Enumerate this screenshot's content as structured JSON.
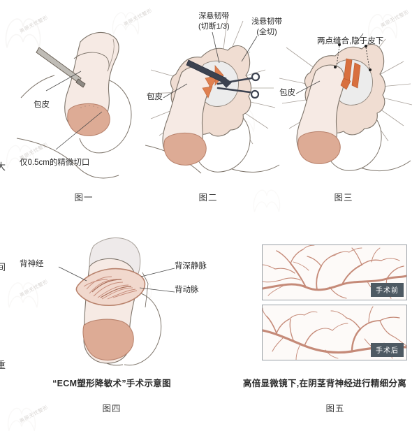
{
  "document": {
    "title": "ECM塑形降敏术手术示意图",
    "colors": {
      "shaft_fill": "#f6eae4",
      "glans_fill": "#ddab95",
      "foreskin_fill": "#f0ddd2",
      "ligament_orange": "#e08050",
      "instrument_dark": "#3c4250",
      "outline": "#6b6258",
      "nerve_fiber": "#c58a78",
      "badge_bg": "#4e5a63",
      "caption_text": "#2b2b2b"
    }
  },
  "panels": [
    {
      "id": "fig1",
      "caption": "图一",
      "labels": [
        {
          "name": "foreskin",
          "text": "包皮"
        },
        {
          "name": "micro-incision",
          "text": "仅0.5cm的精微切口"
        }
      ]
    },
    {
      "id": "fig2",
      "caption": "图二",
      "labels": [
        {
          "name": "deep-suspensory-ligament",
          "line1": "深悬韧带",
          "line2": "(切断1/3)"
        },
        {
          "name": "shallow-suspensory-ligament",
          "line1": "浅悬韧带",
          "line2": "(全切)"
        },
        {
          "name": "foreskin",
          "text": "包皮"
        }
      ]
    },
    {
      "id": "fig3",
      "caption": "图三",
      "labels": [
        {
          "name": "two-point-suture",
          "text": "两点缝合,隐于皮下"
        },
        {
          "name": "foreskin",
          "text": "包皮"
        }
      ]
    },
    {
      "id": "fig4",
      "caption": "图四",
      "sub_caption": "“ECM塑形降敏术”手术示意图",
      "labels": [
        {
          "name": "dorsal-nerve",
          "text": "背神经"
        },
        {
          "name": "deep-dorsal-vein",
          "text": "背深静脉"
        },
        {
          "name": "dorsal-artery",
          "text": "背动脉"
        }
      ]
    },
    {
      "id": "fig5",
      "caption": "图五",
      "sub_caption": "高倍显微镜下,在阴茎背神经进行精细分离",
      "images": [
        {
          "name": "before-surgery",
          "badge": "手术前"
        },
        {
          "name": "after-surgery",
          "badge": "手术后"
        }
      ]
    }
  ],
  "watermark": {
    "text": "美丽无忧整形"
  },
  "edge_fragments": [
    "大",
    "间",
    "重"
  ]
}
